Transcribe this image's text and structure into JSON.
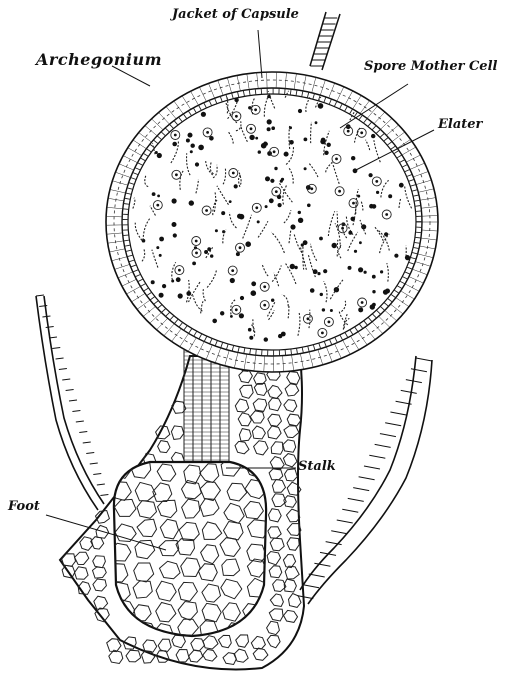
{
  "figure": {
    "labels": {
      "jacket_of_capsule": "Jacket of Capsule",
      "archegonium": "Archegonium",
      "spore_mother_cell": "Spore Mother Cell",
      "elater": "Elater",
      "stalk": "Stalk",
      "foot": "Foot"
    },
    "colors": {
      "ink": "#111111",
      "background": "#ffffff"
    }
  }
}
